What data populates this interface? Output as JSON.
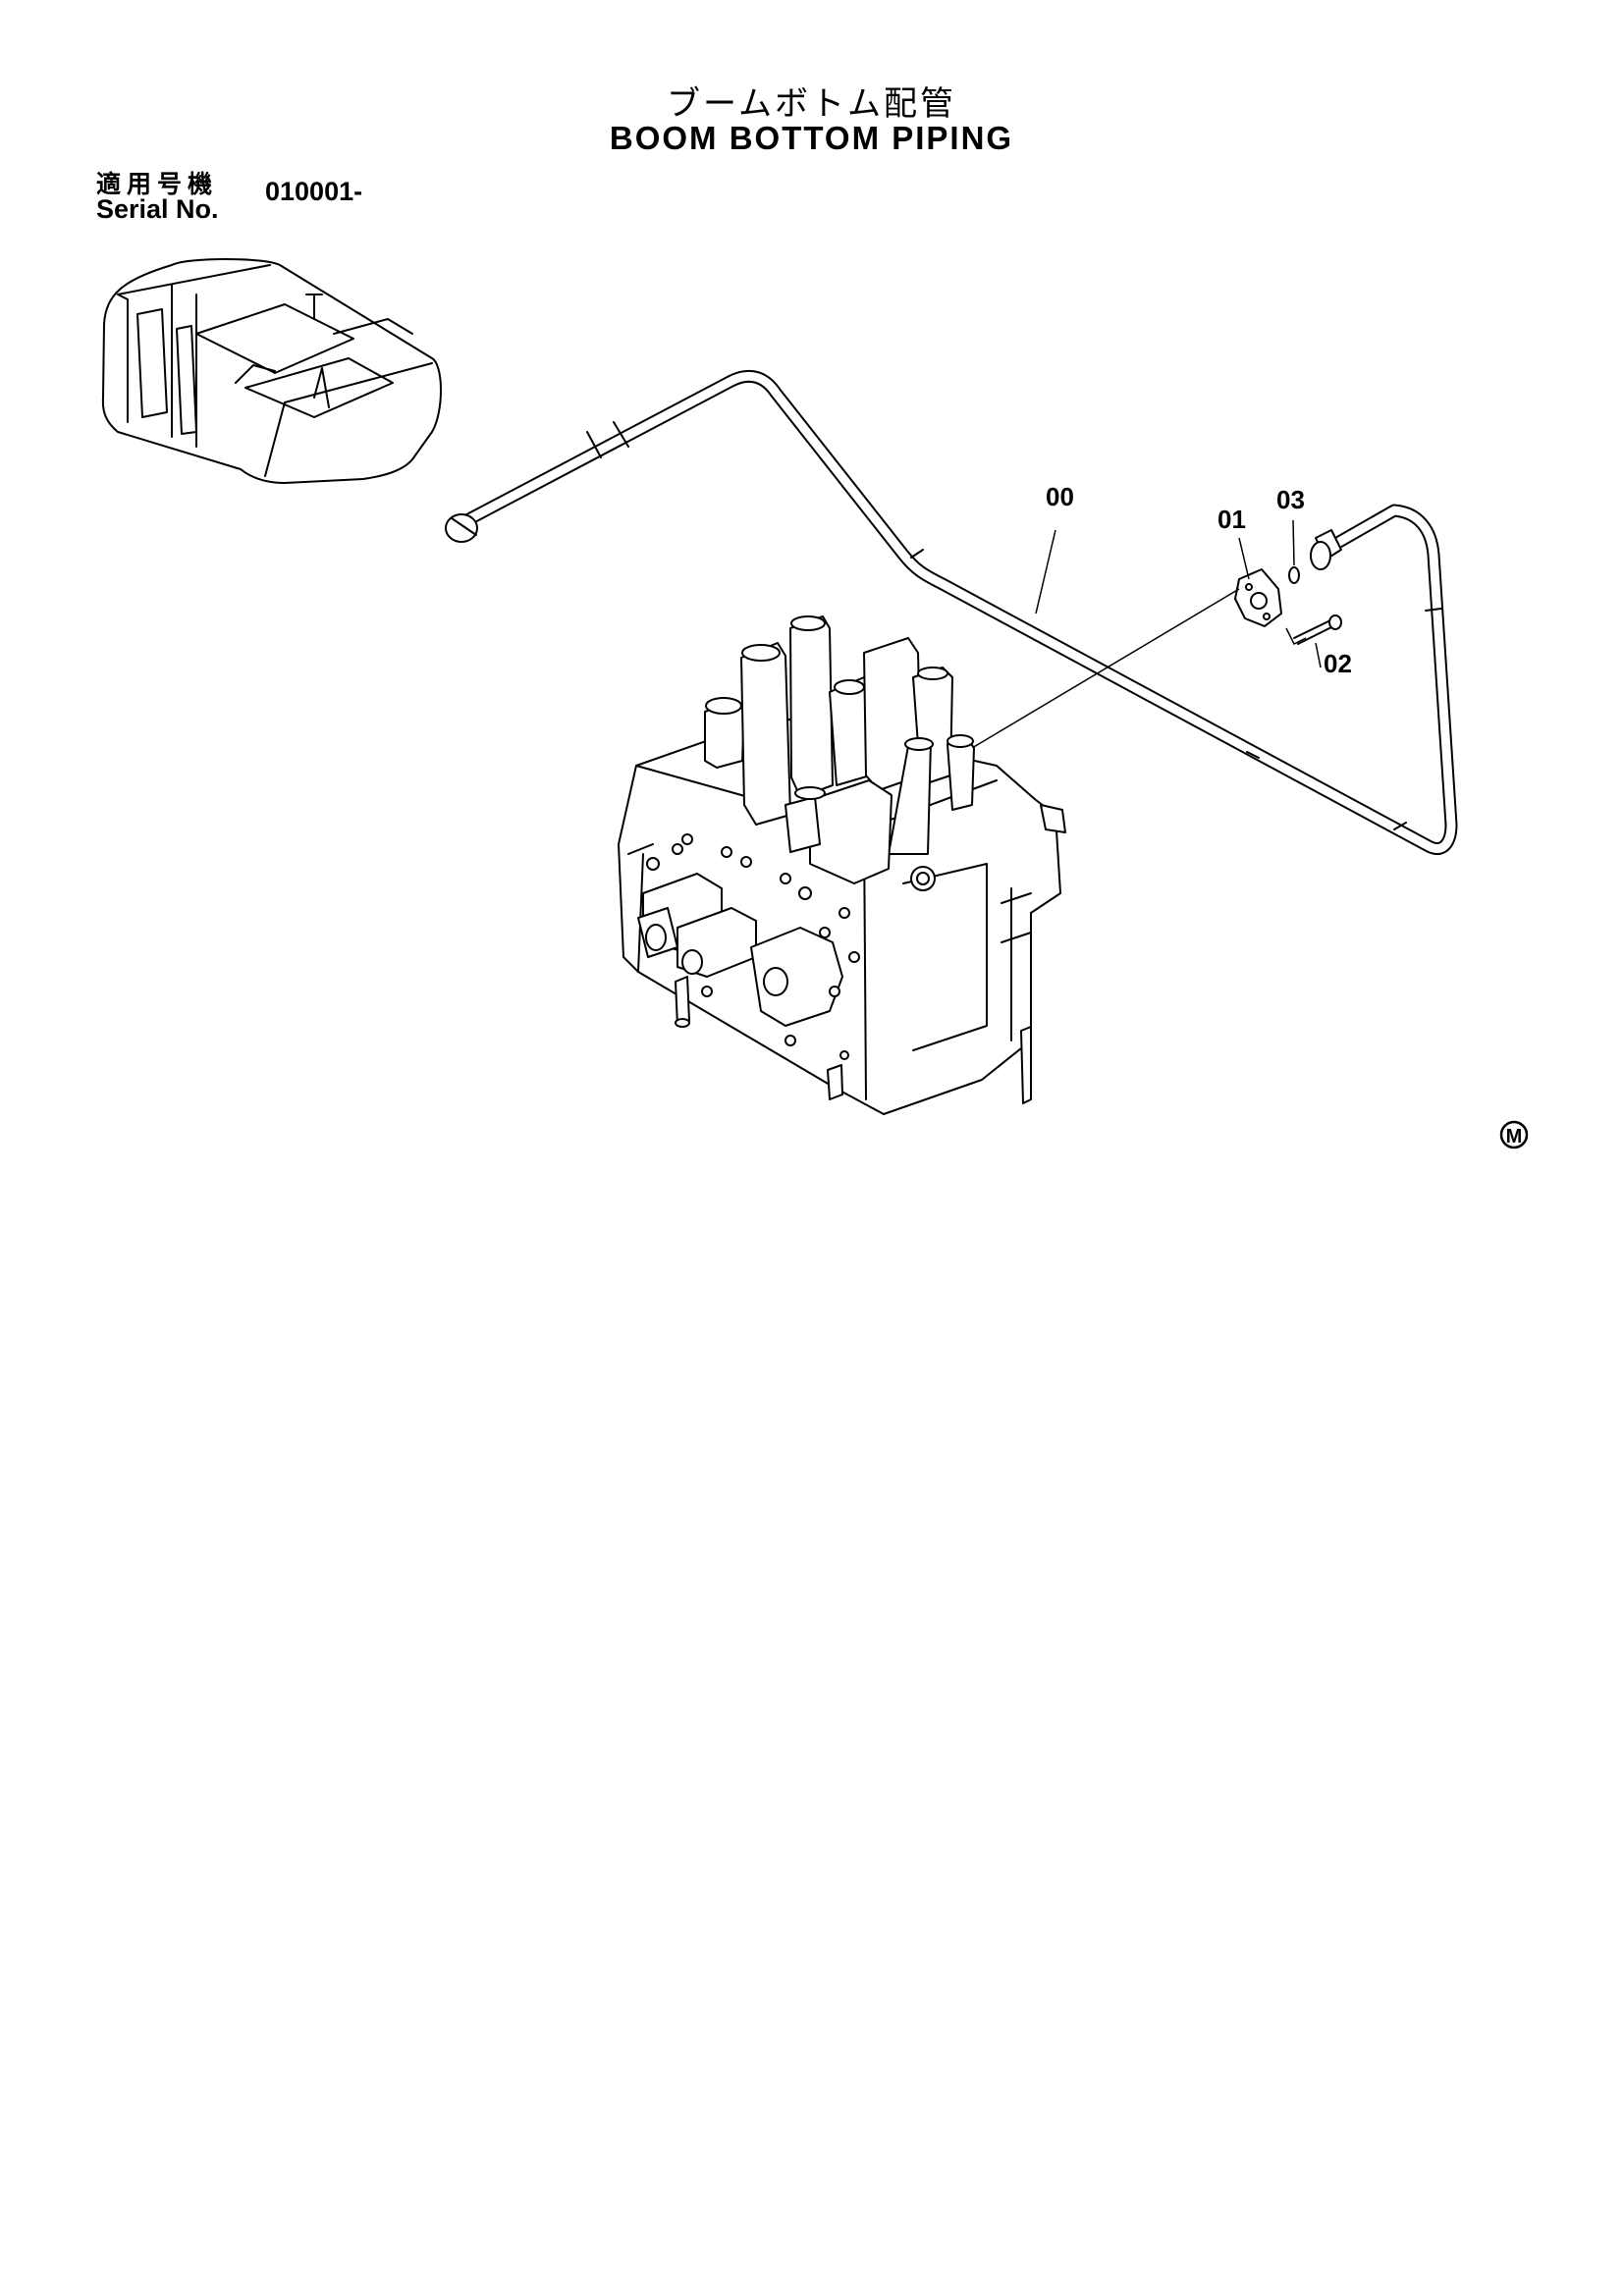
{
  "header": {
    "title_jp": "ブームボトム配管",
    "title_en": "BOOM BOTTOM PIPING"
  },
  "serial": {
    "label_jp": "適用号機",
    "label_en": "Serial No.",
    "value": "010001-"
  },
  "callouts": [
    "00",
    "01",
    "03",
    "02"
  ],
  "mark": "M"
}
